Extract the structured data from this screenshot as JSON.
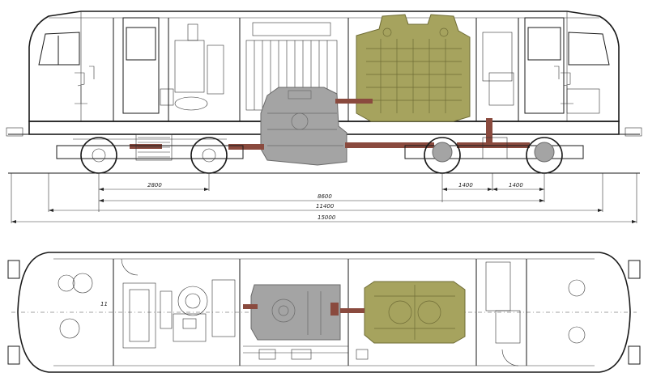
{
  "colors": {
    "engine": "#a6a35e",
    "engine_dark": "#6f6c36",
    "transmission": "#a4a4a4",
    "transmission_dark": "#6a6a6a",
    "driveshaft": "#8a4a3e",
    "line": "#1a1a1a",
    "paper": "#ffffff"
  },
  "dimensions": {
    "wheelbase": "2800",
    "bogie_centers": "8600",
    "axle_spacing_1": "1400",
    "axle_spacing_2": "1400",
    "frame_length": "11400",
    "overall_length": "15000"
  },
  "views": {
    "side_elevation": {
      "icon": "locomotive-side-view"
    },
    "plan_view": {
      "icon": "locomotive-plan-view"
    },
    "plan_marker": "11"
  }
}
